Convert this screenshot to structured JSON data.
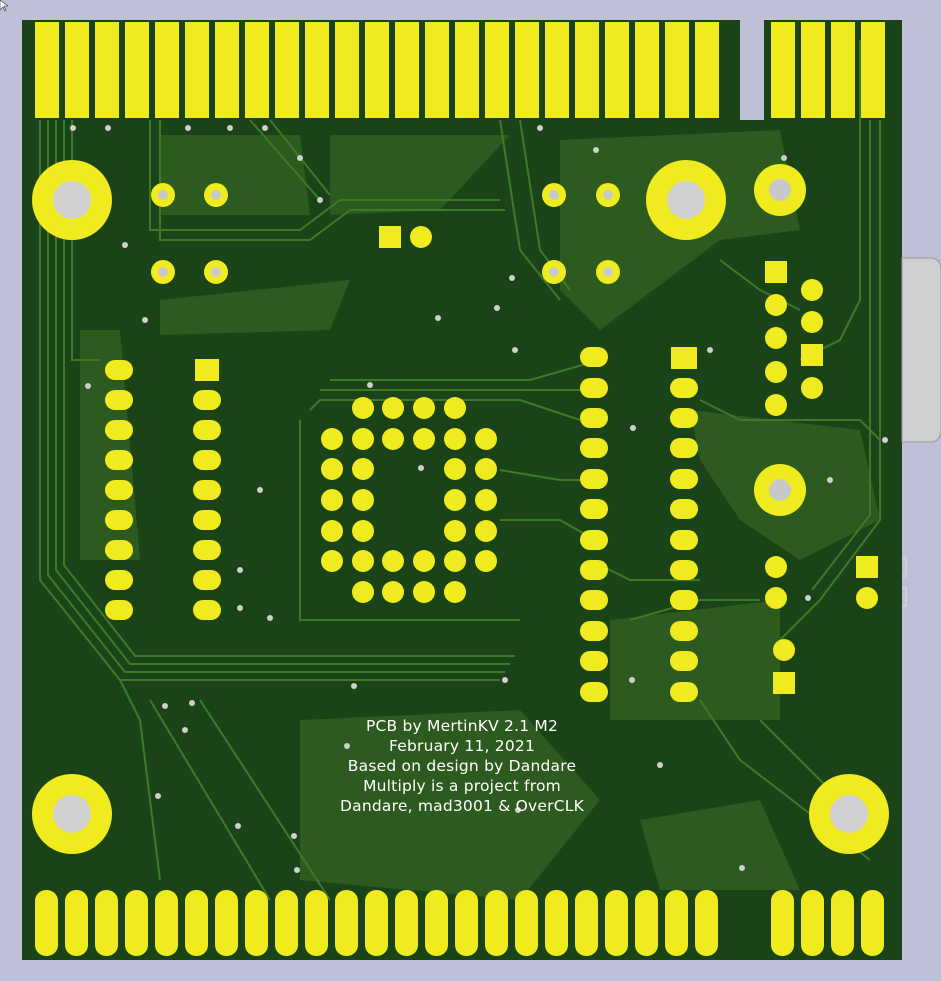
{
  "board": {
    "silkscreen_lines": [
      "PCB by MertinKV 2.1 M2",
      "February 11, 2021",
      "Based on design by Dandare",
      "Multiply is a project from",
      "Dandare, mad3001 & OverCLK"
    ]
  },
  "colors": {
    "background": "#bfbfd8",
    "board": "#1b4318",
    "copper_pour": "#2d5a1e",
    "trace": "#3c7a28",
    "pad": "#f0eb1e",
    "hole": "#c8c8c8",
    "silkscreen": "#ffffff"
  }
}
